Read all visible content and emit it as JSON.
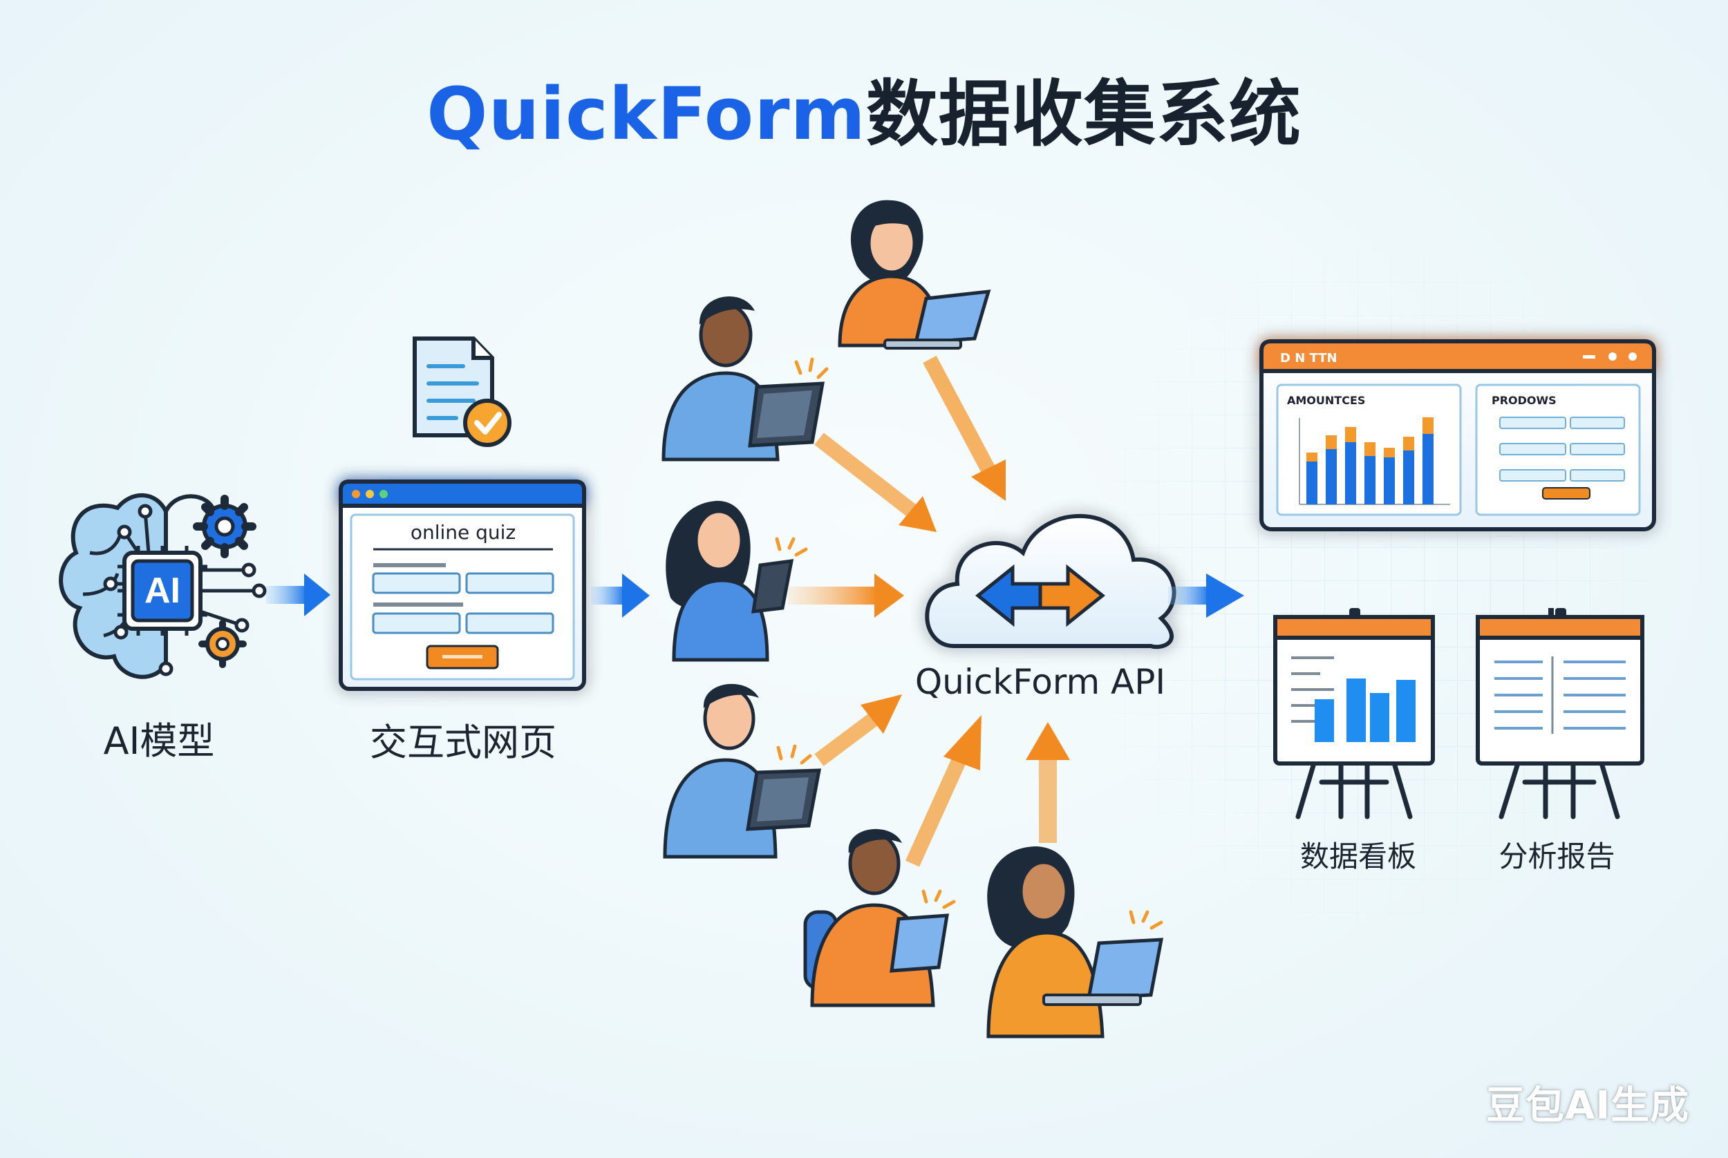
{
  "title": {
    "prefix": "QuickForm",
    "suffix": "数据收集系统"
  },
  "nodes": {
    "ai_model": {
      "label": "AI模型",
      "chip_text": "AI"
    },
    "web_page": {
      "label": "交互式网页",
      "window_title": "online quiz"
    },
    "api": {
      "label": "QuickForm API"
    },
    "dashboard_board": {
      "label": "数据看板"
    },
    "report_board": {
      "label": "分析报告"
    }
  },
  "dashboard_window": {
    "bar_title": "D N TTN",
    "panel_left_title": "AMOUNTCES",
    "panel_right_title": "PRODOWS"
  },
  "watermark": "豆包AI生成",
  "colors": {
    "blue": "#1b63e6",
    "orange": "#f39a2f",
    "dark_text": "#18212e",
    "light_blue": "#a9d5f3"
  }
}
